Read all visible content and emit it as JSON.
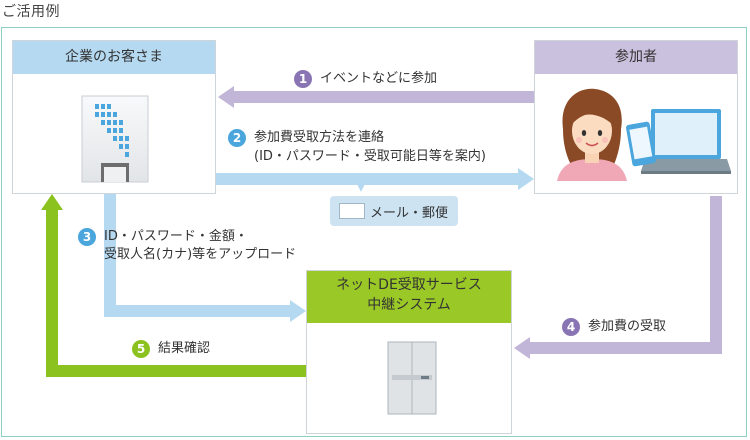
{
  "page_title": "ご活用例",
  "nodes": {
    "company": {
      "title": "企業のお客さま"
    },
    "participant": {
      "title": "参加者"
    },
    "system": {
      "title_line1": "ネットDE受取サービス",
      "title_line2": "中継システム"
    }
  },
  "steps": [
    {
      "num": "1",
      "text": "イベントなどに参加"
    },
    {
      "num": "2",
      "line1": "参加費受取方法を連絡",
      "line2": "(ID・パスワード・受取可能日等を案内)"
    },
    {
      "num": "3",
      "line1": "ID・パスワード・金額・",
      "line2": "受取人名(カナ)等をアップロード"
    },
    {
      "num": "4",
      "text": "参加費の受取"
    },
    {
      "num": "5",
      "text": "結果確認"
    }
  ],
  "mail_tag": "メール・郵便",
  "colors": {
    "blue_box": "#b4d9f0",
    "purple_box": "#c9c1dd",
    "green_box": "#9ac826",
    "arrow_blue": "#b4d9f0",
    "arrow_purple": "#c2b6d8",
    "arrow_green": "#8cc21f",
    "badge_purple": "#8a75b4",
    "badge_blue": "#4aa6dc",
    "badge_green": "#8cc21f"
  }
}
